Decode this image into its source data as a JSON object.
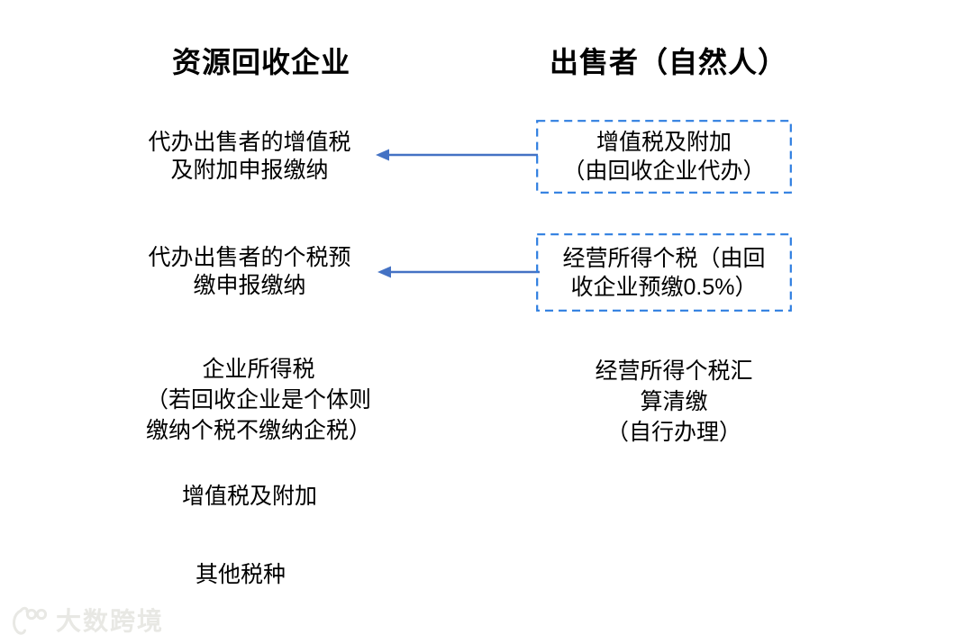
{
  "colors": {
    "dashed_border": "#2e7ee0",
    "arrow": "#4472c4",
    "text": "#000000",
    "watermark": "#e8e8e4"
  },
  "headers": {
    "left": "资源回收企业",
    "right": "出售者（自然人）"
  },
  "rows": [
    {
      "left": {
        "lines": [
          "代办出售者的增值税",
          "及附加申报缴纳"
        ]
      },
      "right": {
        "style": "dashed-box",
        "lines": [
          "增值税及附加",
          "（由回收企业代办）"
        ]
      },
      "connector": "arrow-pointing-left"
    },
    {
      "left": {
        "lines": [
          "代办出售者的个税预",
          "缴申报缴纳"
        ]
      },
      "right": {
        "style": "dashed-box",
        "lines": [
          "经营所得个税（由回",
          "收企业预缴0.5%）"
        ]
      },
      "connector": "arrow-pointing-left"
    },
    {
      "left": {
        "lines": [
          "企业所得税",
          "（若回收企业是个体则",
          "缴纳个税不缴纳企税）"
        ]
      },
      "right": {
        "style": "plain",
        "lines": [
          "经营所得个税汇",
          "算清缴",
          "（自行办理）"
        ]
      },
      "connector": "none"
    },
    {
      "left": {
        "lines": [
          "增值税及附加"
        ]
      },
      "connector": "none"
    },
    {
      "left": {
        "lines": [
          "其他税种"
        ]
      },
      "connector": "none"
    }
  ],
  "watermark": {
    "logo_icon": "k100-logo",
    "brand": "大数跨境"
  }
}
